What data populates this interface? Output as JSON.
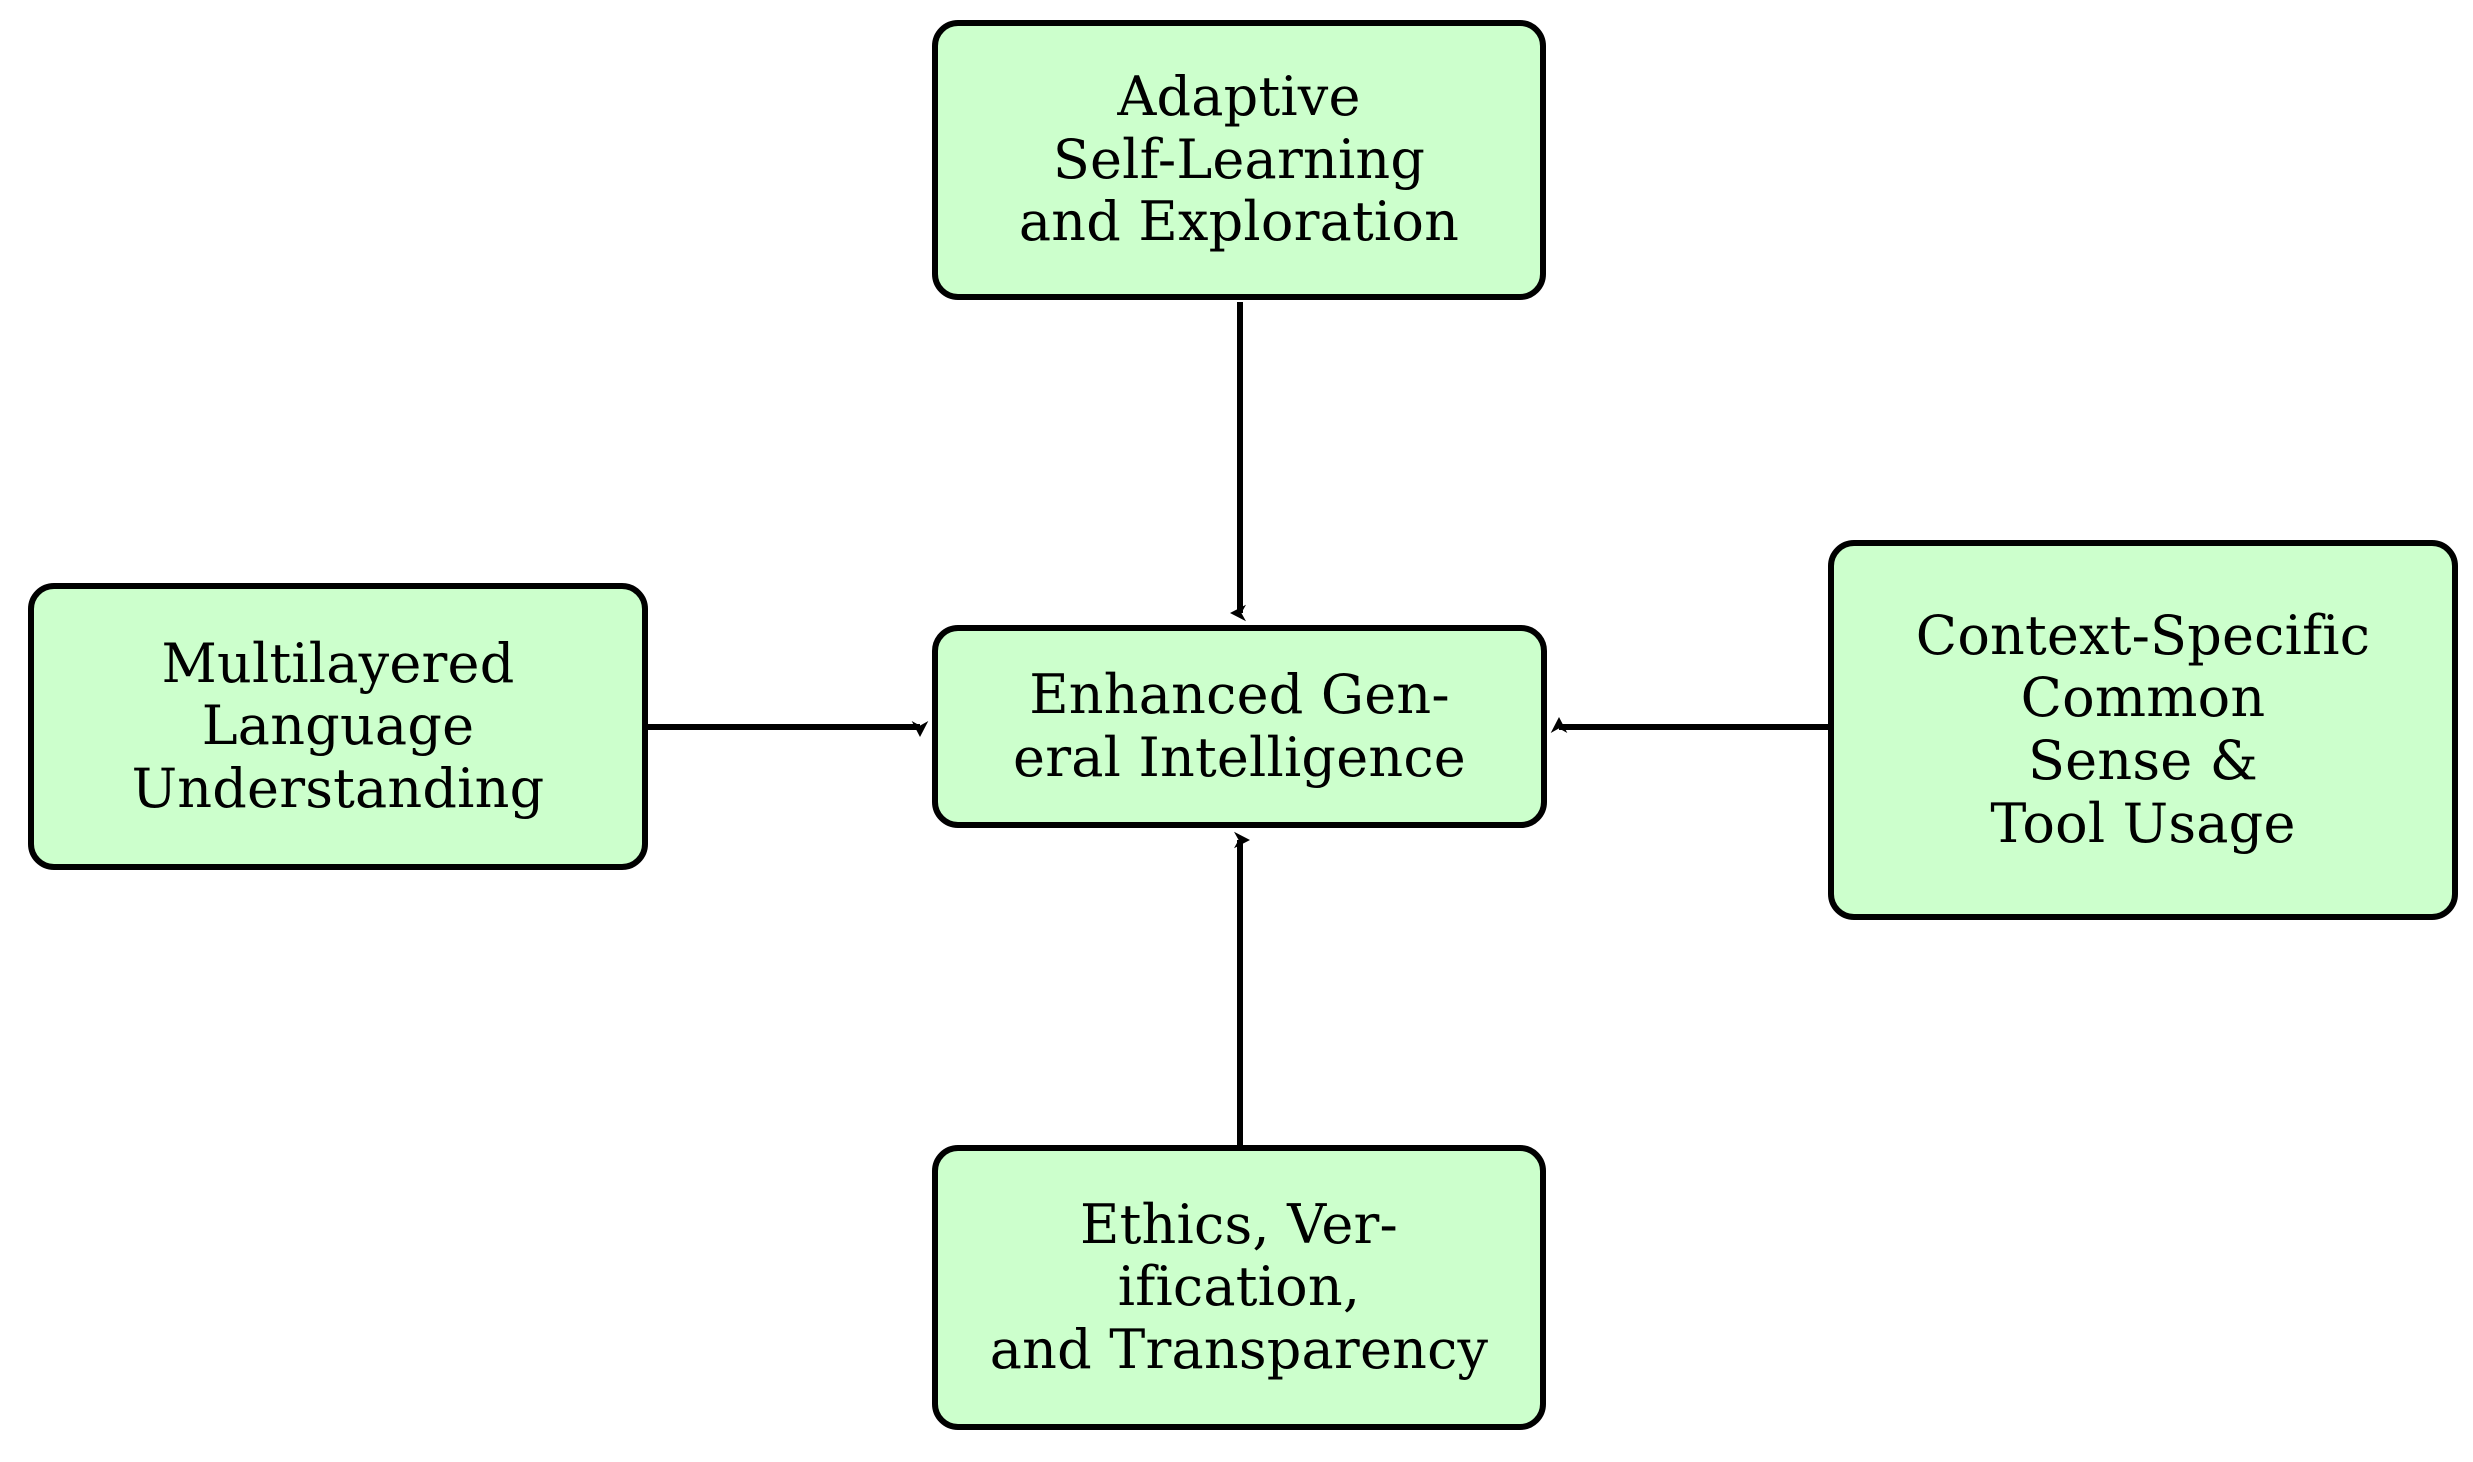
{
  "diagram": {
    "type": "hub-and-spoke concept diagram",
    "background_color": "#ffffff",
    "node_fill_color": "#ccffcc",
    "node_border_color": "#000000",
    "edge_color": "#000000",
    "nodes": [
      {
        "id": "top",
        "label": "Adaptive\nSelf-Learning\nand Exploration",
        "position": "top"
      },
      {
        "id": "center",
        "label": "Enhanced Gen-\neral Intelligence",
        "position": "center"
      },
      {
        "id": "left",
        "label": "Multilayered\nLanguage\nUnderstanding",
        "position": "left"
      },
      {
        "id": "right",
        "label": "Context-Specific\nCommon\nSense &\nTool Usage",
        "position": "right"
      },
      {
        "id": "bottom",
        "label": "Ethics, Ver-\nification,\nand Transparency",
        "position": "bottom"
      }
    ],
    "edges": [
      {
        "from": "top",
        "to": "center",
        "direction": "down",
        "arrowhead": "stealth"
      },
      {
        "from": "left",
        "to": "center",
        "direction": "right",
        "arrowhead": "stealth"
      },
      {
        "from": "right",
        "to": "center",
        "direction": "left",
        "arrowhead": "stealth"
      },
      {
        "from": "bottom",
        "to": "center",
        "direction": "up",
        "arrowhead": "stealth"
      }
    ]
  }
}
